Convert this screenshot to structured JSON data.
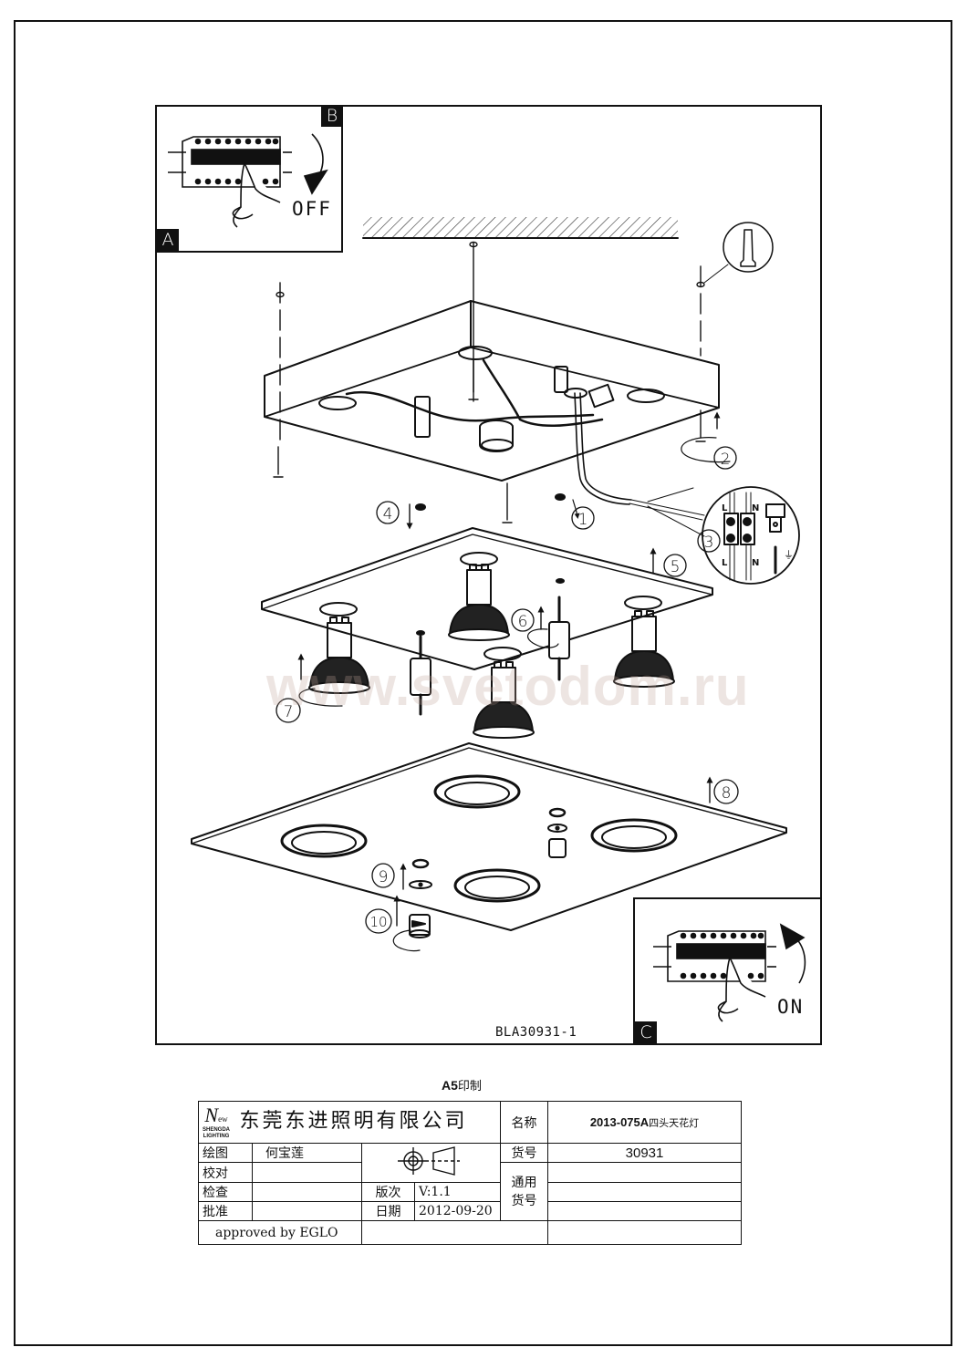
{
  "document": {
    "drawing_code": "BLA30931-1",
    "watermark": "www.svetodom.ru",
    "print_note_size": "A5",
    "print_note_text": "印制"
  },
  "insets": {
    "a": {
      "tag": "A",
      "label": "OFF",
      "action": "switch-off"
    },
    "b": {
      "tag": "B"
    },
    "c": {
      "tag": "C",
      "label": "ON",
      "action": "switch-on"
    }
  },
  "steps": [
    "1",
    "2",
    "3",
    "4",
    "5",
    "6",
    "7",
    "8",
    "9",
    "10"
  ],
  "wiring": {
    "terminal_top_left": "L",
    "terminal_top_right": "N",
    "terminal_bottom_left": "L",
    "terminal_bottom_right": "N",
    "ground_symbol": "⏚"
  },
  "title_block": {
    "logo_mark": "N",
    "logo_mark_suffix": "ew",
    "logo_line1": "SHENGDA",
    "logo_line2": "LIGHTING",
    "company_name": "东莞东进照明有限公司",
    "name_label": "名称",
    "product_name_code": "2013-075A",
    "product_name_cn": "四头天花灯",
    "item_no_label": "货号",
    "item_no": "30931",
    "common_item_label_1": "通用",
    "common_item_label_2": "货号",
    "drawn_label": "绘图",
    "drawn_by": "何宝莲",
    "checked_label": "校对",
    "checked_by": "",
    "inspected_label": "检查",
    "inspected_by": "",
    "approved_label": "批准",
    "approved_by_cn": "",
    "version_label": "版次",
    "version": "V:1.1",
    "date_label": "日期",
    "date": "2012-09-20",
    "approval_note": "approved by EGLO",
    "projection_symbol": "first-angle-projection"
  }
}
